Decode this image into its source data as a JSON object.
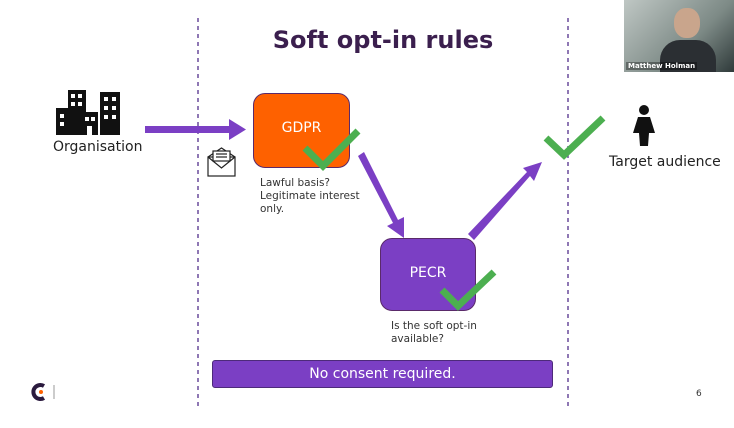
{
  "slide": {
    "title": "Soft opt-in rules",
    "organisation_label": "Organisation",
    "target_label": "Target audience",
    "gdpr": {
      "label": "GDPR",
      "note_lines": [
        "Lawful basis?",
        "Legitimate interest",
        "only."
      ]
    },
    "pecr": {
      "label": "PECR",
      "note_lines": [
        "Is the soft opt-in",
        "available?"
      ]
    },
    "conclusion": "No consent required.",
    "page_number": "6"
  },
  "video": {
    "participant_name": "Matthew Holman"
  },
  "colors": {
    "title": "#3b1f4e",
    "gdpr": "#fe6100",
    "purple": "#7b3fc4",
    "check": "#4caf50"
  },
  "icons": [
    "buildings-icon",
    "envelope-icon",
    "person-icon",
    "check-icon",
    "arrow-icon",
    "logo-icon"
  ]
}
